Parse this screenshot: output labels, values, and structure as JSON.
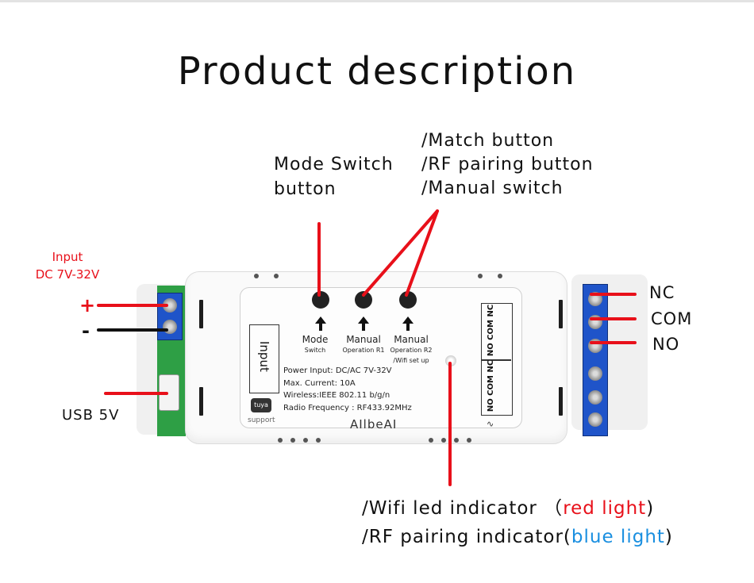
{
  "title": "Product description",
  "callouts": {
    "mode_switch": [
      "Mode Switch",
      "button"
    ],
    "match": [
      "/Match button",
      "/RF pairing button",
      "/Manual switch"
    ],
    "wifi_led": {
      "prefix": "/Wifi led indicator （",
      "colored": "red light",
      "suffix": ")"
    },
    "rf_led": {
      "prefix": "/RF pairing indicator(",
      "colored": "blue light",
      "suffix": ")"
    }
  },
  "left_labels": {
    "input_line1": "Input",
    "input_line2": "DC 7V-32V",
    "plus": "+",
    "minus": "-",
    "usb": "USB 5V"
  },
  "right_labels": {
    "nc": "NC",
    "com": "COM",
    "no": "NO"
  },
  "device": {
    "buttons": [
      {
        "name": "Mode",
        "sub": "Switch"
      },
      {
        "name": "Manual",
        "sub": "Operation R1"
      },
      {
        "name": "Manual",
        "sub": "Operation R2",
        "sub2": "/Wifi set up"
      }
    ],
    "input_label": "Input",
    "specs": [
      "Power Input:  DC/AC 7V-32V",
      "Max. Current:  10A",
      "Wireless:IEEE  802.11 b/g/n",
      "Radio Frequency : RF433.92MHz"
    ],
    "brand": "AIlbeAI",
    "tuya": "tuya",
    "support": "support",
    "relay1": "NO COM NC",
    "relay2": "NO COM NC"
  },
  "colors": {
    "red": "#e8101a",
    "blue": "#1a8fe0",
    "terminal_blue": "#1f54c9",
    "board_green": "#2e9f45"
  }
}
